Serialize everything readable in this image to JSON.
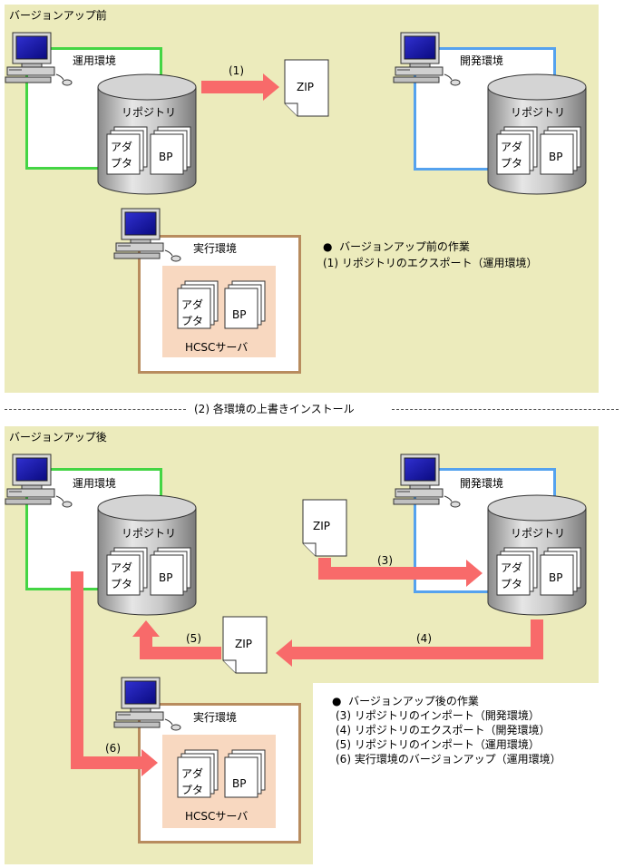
{
  "top": {
    "title": "バージョンアップ前",
    "ops_env": "運用環境",
    "dev_env": "開発環境",
    "runtime_env": "実行環境",
    "repository": "リポジトリ",
    "adapter": "アダ\nプタ",
    "bp": "BP",
    "zip": "ZIP",
    "hcsc_server": "HCSCサーバ",
    "step1_label": "(1)",
    "tasks_heading": "バージョンアップ前の作業",
    "tasks": [
      "(1) リポジトリのエクスポート（運用環境）"
    ]
  },
  "divider": "(2) 各環境の上書きインストール",
  "bottom": {
    "title": "バージョンアップ後",
    "ops_env": "運用環境",
    "dev_env": "開発環境",
    "runtime_env": "実行環境",
    "repository": "リポジトリ",
    "adapter": "アダ\nプタ",
    "bp": "BP",
    "zip": "ZIP",
    "hcsc_server": "HCSCサーバ",
    "step3_label": "(3)",
    "step4_label": "(4)",
    "step5_label": "(5)",
    "step6_label": "(6)",
    "tasks_heading": "バージョンアップ後の作業",
    "tasks": [
      "(3) リポジトリのインポート（開発環境）",
      "(4) リポジトリのエクスポート（開発環境）",
      "(5) リポジトリのインポート（運用環境）",
      "(6) 実行環境のバージョンアップ（運用環境）"
    ]
  },
  "colors": {
    "panel": "#ecebbc",
    "ops_border": "#44d544",
    "dev_border": "#55a2ee",
    "runtime_border": "#b88c5e",
    "server_fill": "#f8d8c0",
    "arrow": "#f86a6a"
  }
}
